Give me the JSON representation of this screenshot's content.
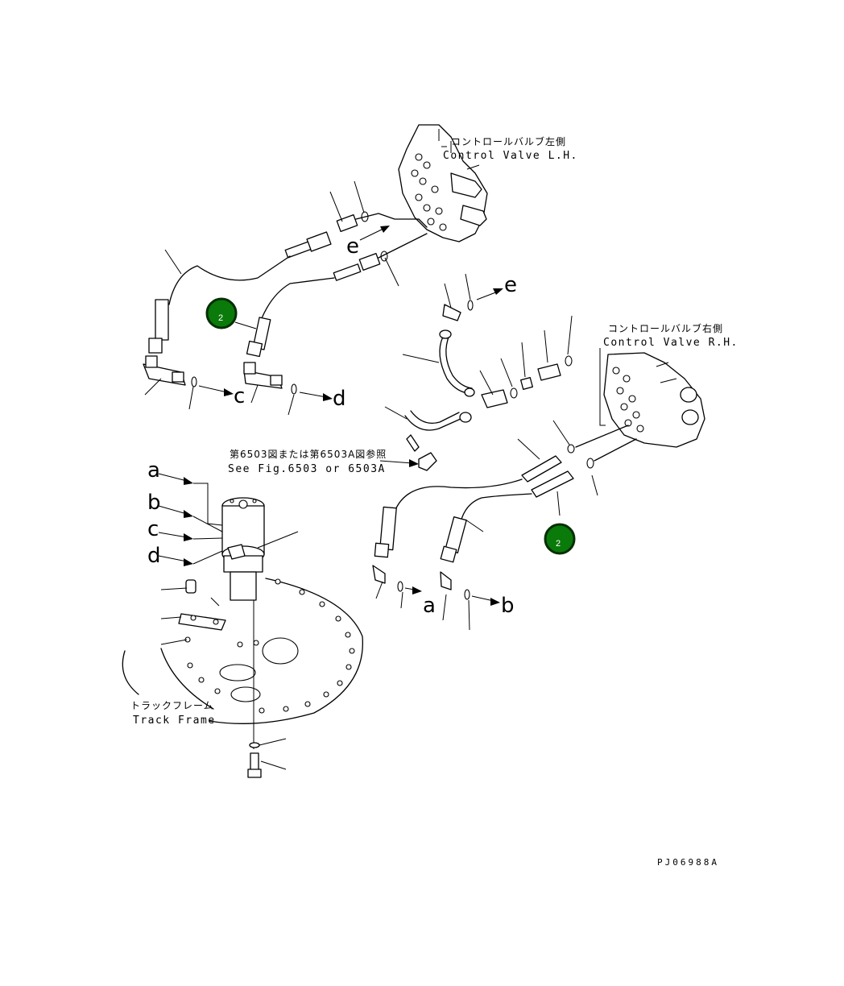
{
  "labels": {
    "cv_left_jp": "コントロールバルブ左側",
    "cv_left_en": "Control Valve L.H.",
    "cv_right_jp": "コントロールバルブ右側",
    "cv_right_en": "Control Valve R.H.",
    "see_fig_jp": "第6503図または第6503A図参照",
    "see_fig_en": "See Fig.6503 or 6503A",
    "track_frame_jp": "トラックフレーム",
    "track_frame_en": "Track Frame",
    "drawing_code": "PJ06988A"
  },
  "connection_letters": {
    "a_left": "a",
    "b_left": "b",
    "c_left": "c",
    "d_left": "d",
    "a_right": "a",
    "b_right": "b",
    "c_top": "c",
    "d_top": "d",
    "e_top": "e",
    "e_mid": "e"
  },
  "markers": [
    {
      "id": "marker-1",
      "text": "2"
    },
    {
      "id": "marker-2",
      "text": "2"
    }
  ],
  "colors": {
    "marker_fill": "#0a7a0a",
    "marker_stroke": "#062f06",
    "line": "#000000"
  }
}
